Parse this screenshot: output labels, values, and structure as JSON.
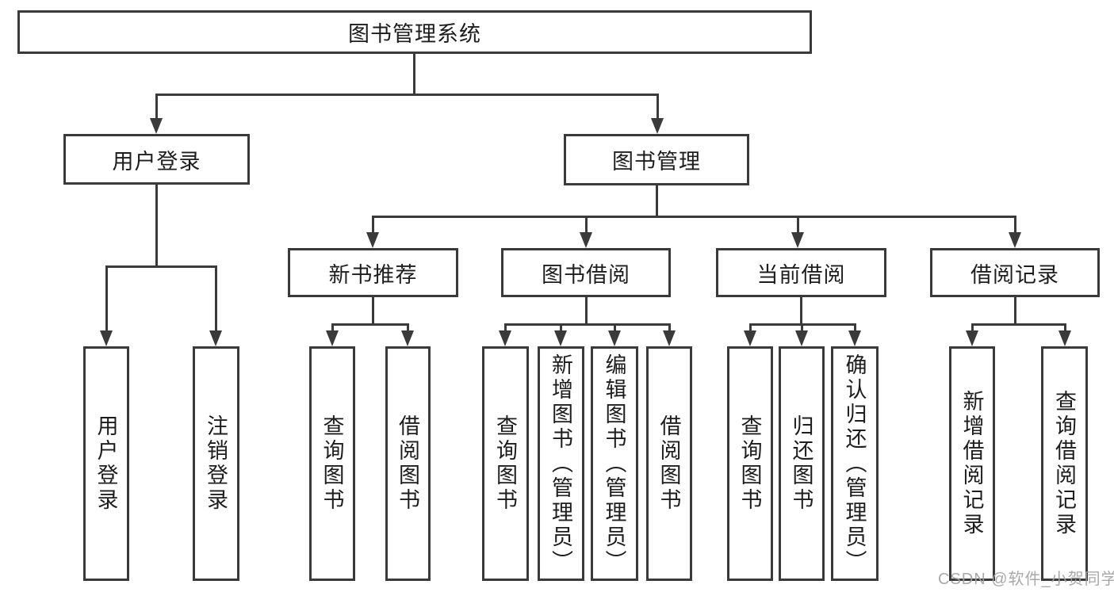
{
  "tree": {
    "label": "图书管理系统",
    "children": [
      {
        "label": "用户登录",
        "children": [
          {
            "label": "用户登录"
          },
          {
            "label": "注销登录"
          }
        ]
      },
      {
        "label": "图书管理",
        "children": [
          {
            "label": "新书推荐",
            "children": [
              {
                "label": "查询图书"
              },
              {
                "label": "借阅图书"
              }
            ]
          },
          {
            "label": "图书借阅",
            "children": [
              {
                "label": "查询图书"
              },
              {
                "label": "新增图书（管理员）"
              },
              {
                "label": "编辑图书（管理员）"
              },
              {
                "label": "借阅图书"
              }
            ]
          },
          {
            "label": "当前借阅",
            "children": [
              {
                "label": "查询图书"
              },
              {
                "label": "归还图书"
              },
              {
                "label": "确认归还（管理员）"
              }
            ]
          },
          {
            "label": "借阅记录",
            "children": [
              {
                "label": "新增借阅记录"
              },
              {
                "label": "查询借阅记录"
              }
            ]
          }
        ]
      }
    ]
  },
  "watermark": {
    "text": "CSDN @软件_小贺同学"
  },
  "colors": {
    "line": "#3a3a3a",
    "border": "#3a3a3a",
    "text": "#1d1d1d",
    "background": "#ffffff",
    "watermark": "#a2a2a2"
  }
}
